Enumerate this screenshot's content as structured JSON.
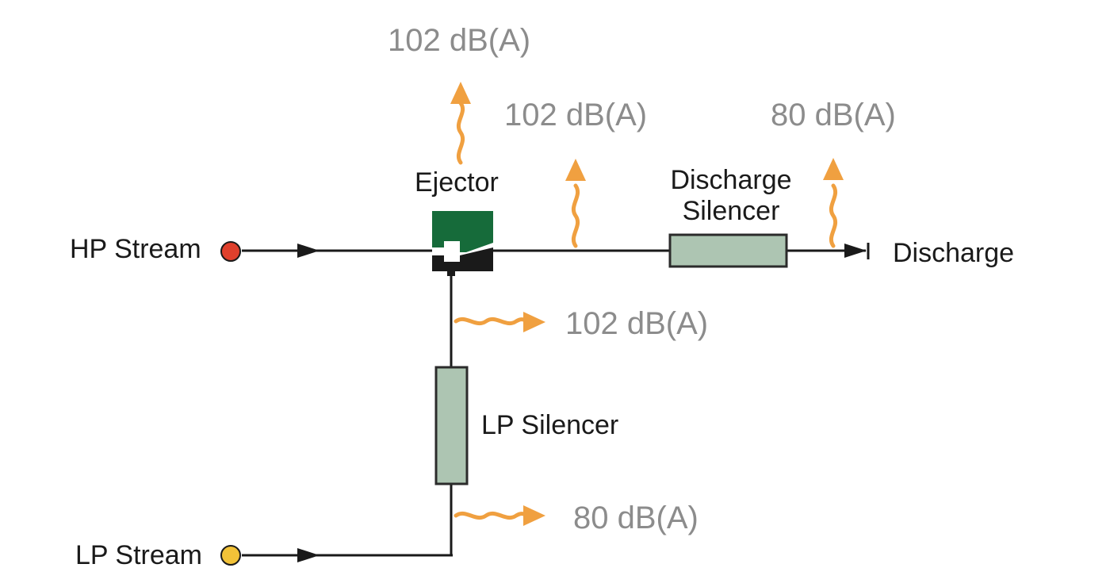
{
  "labels": {
    "hp_stream": "HP Stream",
    "lp_stream": "LP Stream",
    "ejector": "Ejector",
    "discharge_silencer_line1": "Discharge",
    "discharge_silencer_line2": "Silencer",
    "discharge": "Discharge",
    "lp_silencer": "LP Silencer"
  },
  "noise_levels": {
    "ejector_top": "102 dB(A)",
    "ejector_outlet": "102 dB(A)",
    "after_discharge_silencer": "80 dB(A)",
    "lp_inlet_upstream": "102 dB(A)",
    "lp_inlet_downstream": "80 dB(A)"
  },
  "colors": {
    "hp_stream_node": "#e0402c",
    "lp_stream_node": "#f2c238",
    "ejector_body": "#166b3a",
    "ejector_base": "#1a1a1a",
    "silencer_fill": "#adc5b2",
    "silencer_stroke": "#2b2b2b",
    "noise_arrow": "#f0a040",
    "noise_text": "#8c8c8c",
    "pipe": "#1a1a1a"
  }
}
